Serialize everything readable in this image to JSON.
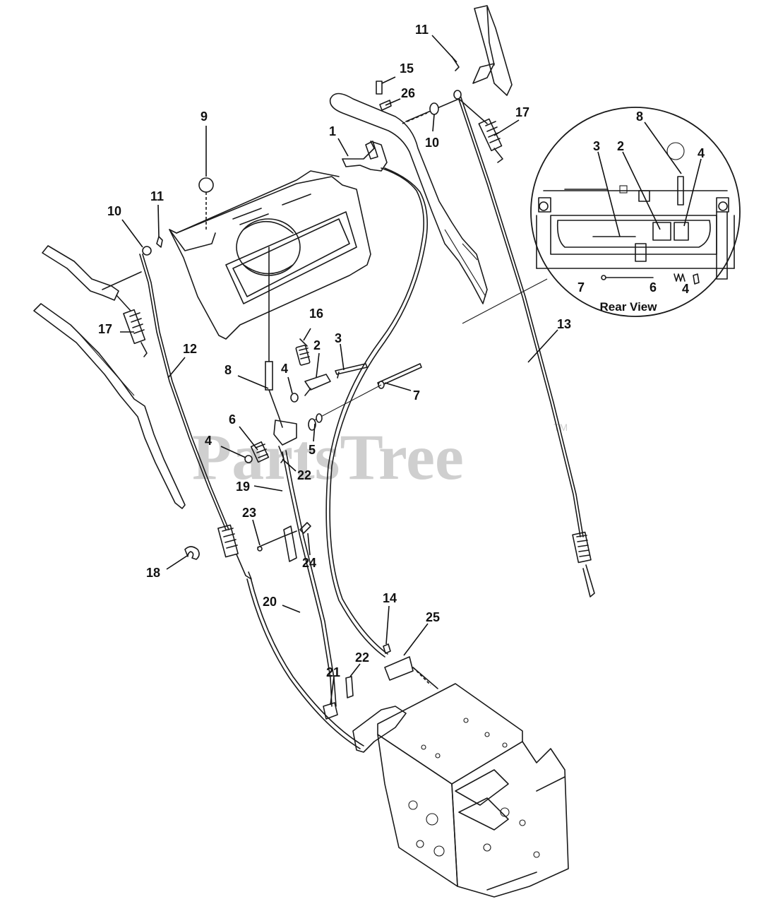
{
  "watermark": {
    "text": "PartsTree",
    "trademark": "TM"
  },
  "inset": {
    "caption": "Rear View"
  },
  "callouts": {
    "c11a": "11",
    "c15": "15",
    "c26": "26",
    "c10a": "10",
    "c17a": "17",
    "c1": "1",
    "c9": "9",
    "c11b": "11",
    "c10b": "10",
    "c17b": "17",
    "c12": "12",
    "c16": "16",
    "c2": "2",
    "c3": "3",
    "c8": "8",
    "c4a": "4",
    "c7": "7",
    "c6": "6",
    "c5": "5",
    "c4b": "4",
    "c22a": "22",
    "c19": "19",
    "c23": "23",
    "c24": "24",
    "c18": "18",
    "c20": "20",
    "c14": "14",
    "c25": "25",
    "c22b": "22",
    "c21": "21",
    "c13": "13",
    "r8": "8",
    "r3": "3",
    "r2": "2",
    "r4a": "4",
    "r7": "7",
    "r6": "6",
    "r4b": "4"
  }
}
